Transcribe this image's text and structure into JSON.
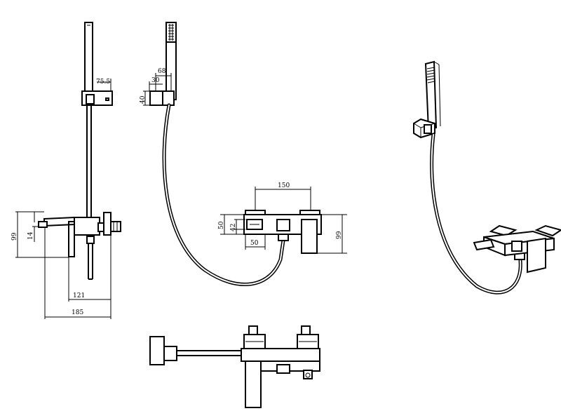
{
  "dimensions": {
    "side_depth": "75.5",
    "side_height": "99",
    "side_spout_height": "14",
    "side_wall_to_spout": "121",
    "side_total_depth": "185",
    "holder_offset": "68",
    "holder_depth": "30",
    "holder_height": "40",
    "front_centers": "150",
    "front_body_height": "50",
    "front_spout_height": "42",
    "front_spout_width": "50",
    "front_total_height": "99"
  }
}
